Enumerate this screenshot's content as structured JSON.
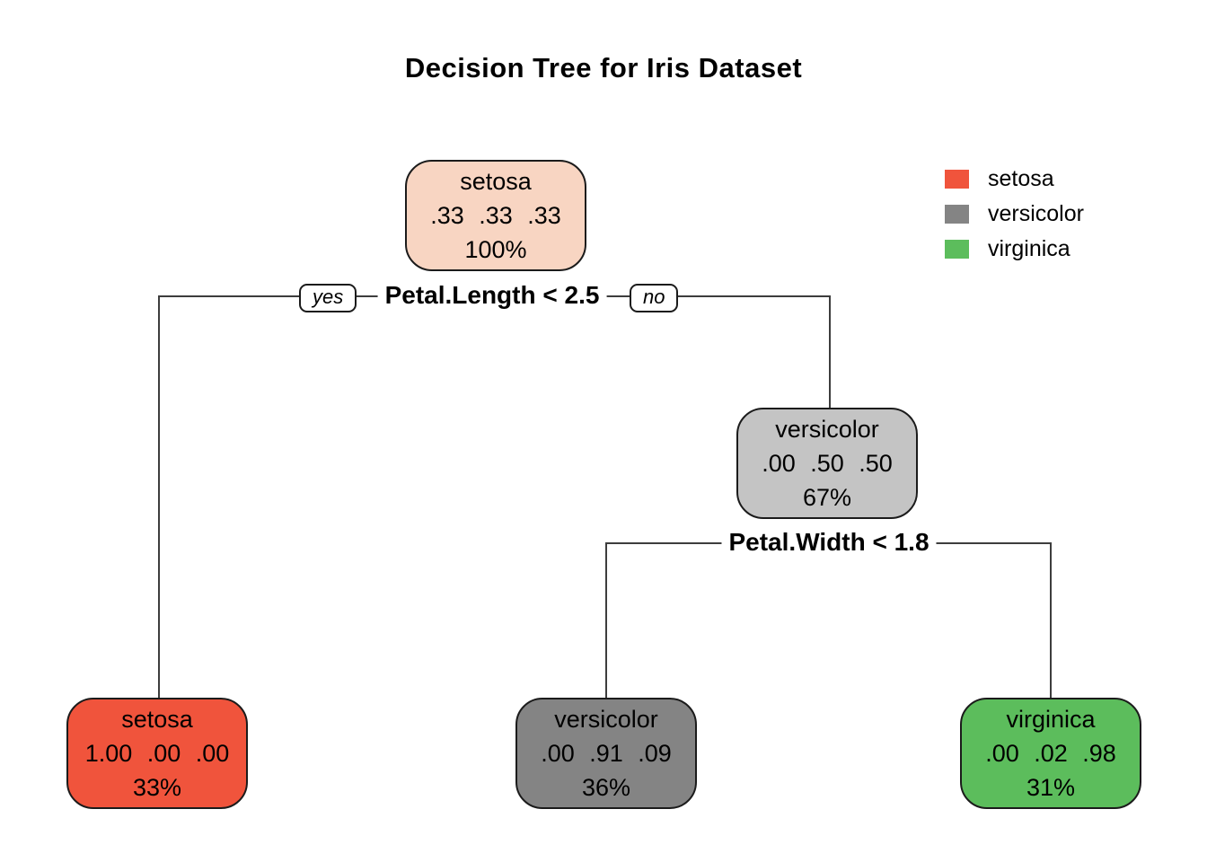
{
  "title": "Decision Tree for Iris Dataset",
  "legend": {
    "items": [
      {
        "label": "setosa",
        "color": "#f0543c"
      },
      {
        "label": "versicolor",
        "color": "#848484"
      },
      {
        "label": "virginica",
        "color": "#5cbd5c"
      }
    ]
  },
  "tree": {
    "root": {
      "label": "setosa",
      "values": ".33 .33 .33",
      "percent": "100%",
      "fill": "#f8d5c2"
    },
    "split1": {
      "condition": "Petal.Length < 2.5",
      "yes_label": "yes",
      "no_label": "no"
    },
    "inner": {
      "label": "versicolor",
      "values": ".00 .50 .50",
      "percent": "67%",
      "fill": "#c4c4c4"
    },
    "split2": {
      "condition": "Petal.Width < 1.8"
    },
    "leaves": [
      {
        "label": "setosa",
        "values": "1.00 .00 .00",
        "percent": "33%",
        "fill": "#f0543c"
      },
      {
        "label": "versicolor",
        "values": ".00 .91 .09",
        "percent": "36%",
        "fill": "#848484"
      },
      {
        "label": "virginica",
        "values": ".00 .02 .98",
        "percent": "31%",
        "fill": "#5cbd5c"
      }
    ]
  }
}
